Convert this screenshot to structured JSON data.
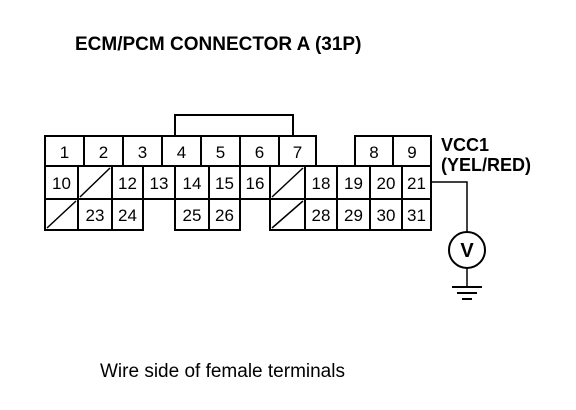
{
  "title": "ECM/PCM CONNECTOR A (31P)",
  "caption": "Wire side of female terminals",
  "signal": {
    "name": "VCC1",
    "wire_color": "(YEL/RED)"
  },
  "meter": {
    "symbol": "V"
  },
  "pins": {
    "p1": "1",
    "p2": "2",
    "p3": "3",
    "p4": "4",
    "p5": "5",
    "p6": "6",
    "p7": "7",
    "p8": "8",
    "p9": "9",
    "p10": "10",
    "p12": "12",
    "p13": "13",
    "p14": "14",
    "p15": "15",
    "p16": "16",
    "p18": "18",
    "p19": "19",
    "p20": "20",
    "p21": "21",
    "p23": "23",
    "p24": "24",
    "p25": "25",
    "p26": "26",
    "p28": "28",
    "p29": "29",
    "p30": "30",
    "p31": "31"
  }
}
